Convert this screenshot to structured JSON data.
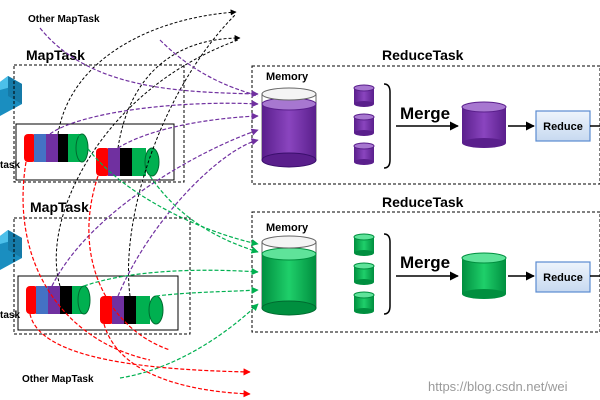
{
  "labels": {
    "other_maptask_top": "Other MapTask",
    "other_maptask_bottom": "Other MapTask",
    "maptask_top": "MapTask",
    "maptask_bottom": "MapTask",
    "reducetask_top": "ReduceTask",
    "reducetask_bottom": "ReduceTask",
    "memory_top": "Memory",
    "memory_bottom": "Memory",
    "merge_top": "Merge",
    "merge_bottom": "Merge",
    "reduce_top": "Reduce",
    "reduce_bottom": "Reduce",
    "task_left_top": "task",
    "task_left_bottom": "task",
    "watermark": "https://blog.csdn.net/wei"
  },
  "colors": {
    "purple": "#7030a0",
    "green": "#00b050",
    "red": "#ff0000",
    "blue": "#4472c4",
    "black": "#000000",
    "reduce_box": "#dde8f7",
    "cube": "#1f9fd0"
  }
}
